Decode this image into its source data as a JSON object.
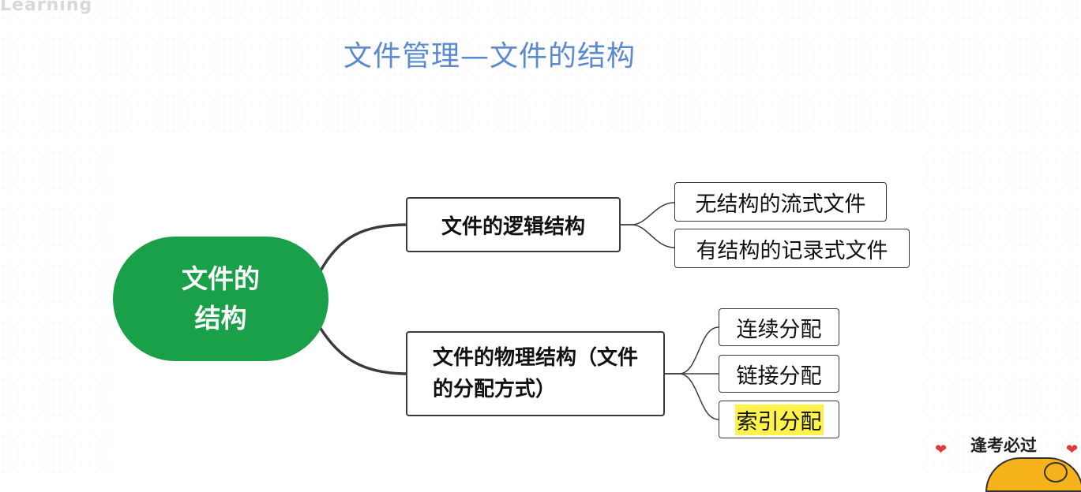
{
  "watermark": "Learning",
  "title": "文件管理—文件的结构",
  "root": {
    "label": "文件的结构"
  },
  "branches": [
    {
      "label": "文件的逻辑结构",
      "children": [
        {
          "label": "无结构的流式文件",
          "highlight": false
        },
        {
          "label": "有结构的记录式文件",
          "highlight": false
        }
      ]
    },
    {
      "label": "文件的物理结构（文件的分配方式）",
      "children": [
        {
          "label": "连续分配",
          "highlight": false
        },
        {
          "label": "链接分配",
          "highlight": false
        },
        {
          "label": "索引分配",
          "highlight": true
        }
      ]
    }
  ],
  "footer": {
    "slogan": "逢考必过"
  },
  "colors": {
    "root_fill": "#1aa049",
    "title": "#5b8ad0",
    "highlight": "#fff24a",
    "connector": "#3a3a3a"
  }
}
